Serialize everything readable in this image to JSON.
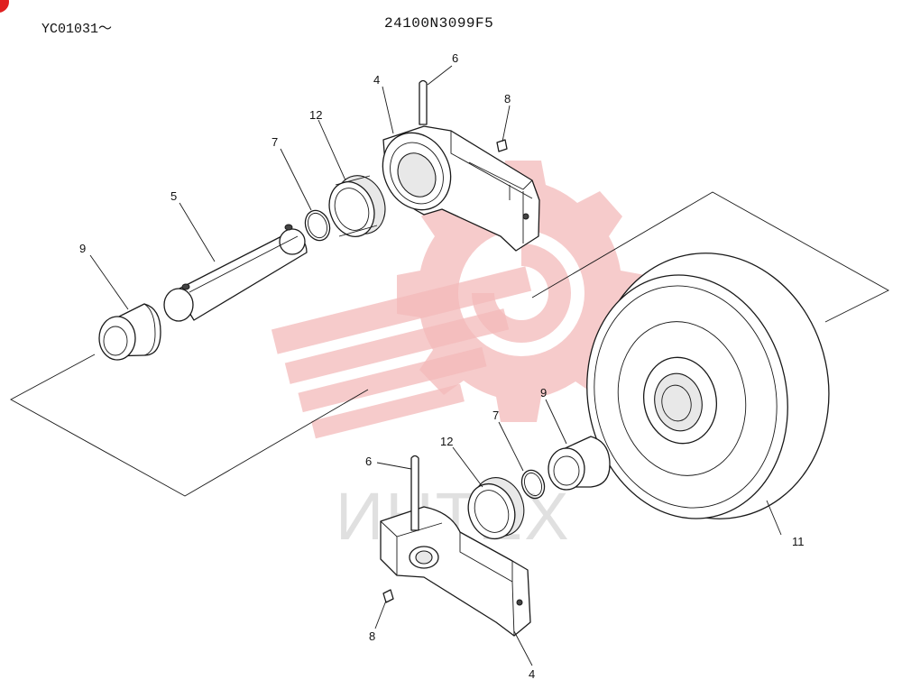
{
  "header": {
    "serial": "YC01031～",
    "part_number": "24100N3099F5"
  },
  "callouts": {
    "c4_top": "4",
    "c4_bottom": "4",
    "c5": "5",
    "c6_top": "6",
    "c6_bottom": "6",
    "c7_top": "7",
    "c7_bottom": "7",
    "c8_top": "8",
    "c8_bottom": "8",
    "c9_left": "9",
    "c9_right": "9",
    "c11": "11",
    "c12_top": "12",
    "c12_bottom": "12"
  },
  "watermark": {
    "text": "ИНТЕХ",
    "color": "#f3b9b9"
  }
}
